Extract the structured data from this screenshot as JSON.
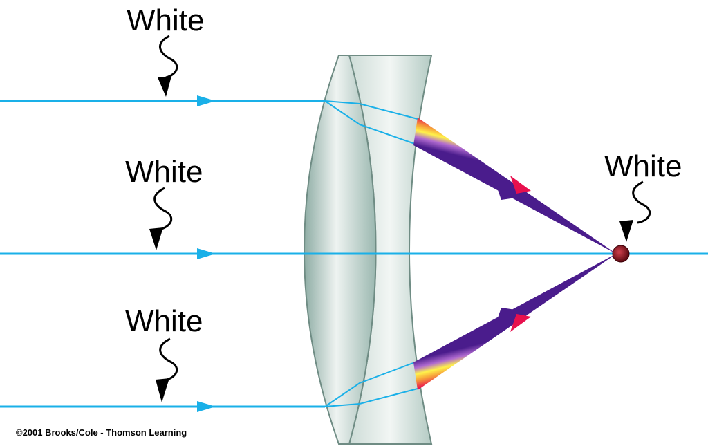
{
  "labels": {
    "incoming_top": "White",
    "incoming_middle": "White",
    "incoming_bottom": "White",
    "focal_point": "White"
  },
  "credit": "©2001 Brooks/Cole - Thomson Learning",
  "colors": {
    "ray": "#1ab0e8",
    "lens_fill": "#a9c4bb",
    "lens_edge": "#6f8c84",
    "focus_dot": "#7a0d1a",
    "spectrum_red": "#e8104e",
    "spectrum_violet": "#4a1c8c"
  }
}
